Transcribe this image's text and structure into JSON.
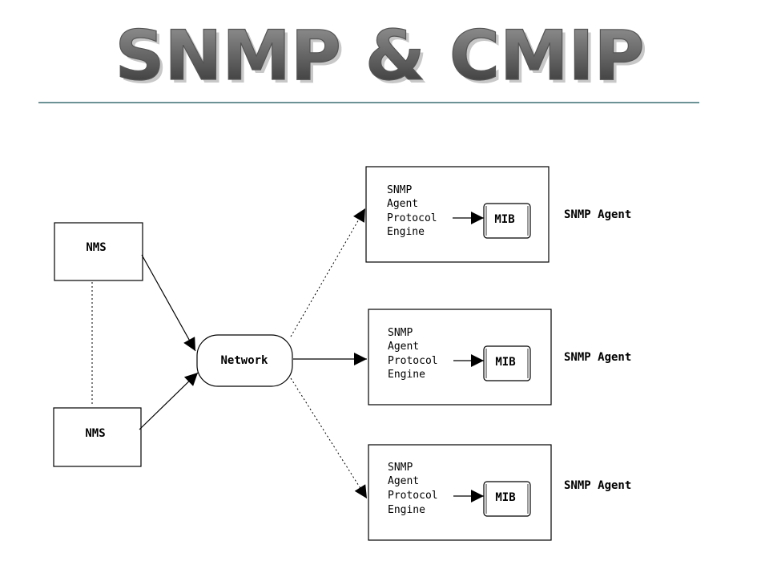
{
  "title": "SNMP & CMIP",
  "nms_labels": [
    "NMS",
    "NMS"
  ],
  "network_label": "Network",
  "agents": [
    {
      "engine_lines": [
        "SNMP",
        "Agent",
        "Protocol",
        "Engine"
      ],
      "mib_label": "MIB",
      "side_label": "SNMP Agent"
    },
    {
      "engine_lines": [
        "SNMP",
        "Agent",
        "Protocol",
        "Engine"
      ],
      "mib_label": "MIB",
      "side_label": "SNMP Agent"
    },
    {
      "engine_lines": [
        "SNMP",
        "Agent",
        "Protocol",
        "Engine"
      ],
      "mib_label": "MIB",
      "side_label": "SNMP Agent"
    }
  ],
  "colors": {
    "title_rule": "#3c6e74",
    "ink": "#000000"
  }
}
